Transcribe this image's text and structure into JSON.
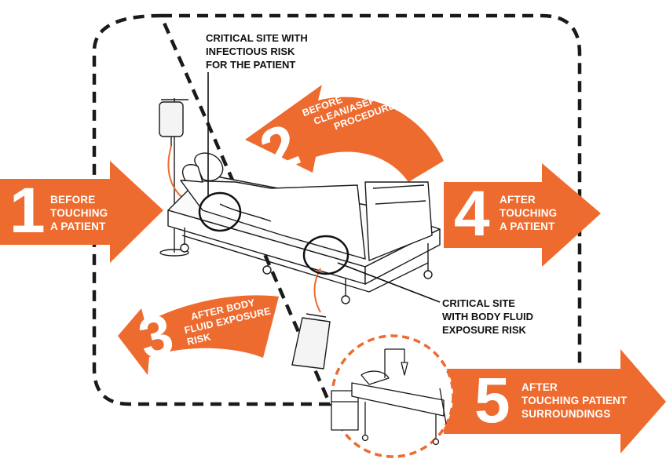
{
  "colors": {
    "accent": "#ee6b2f",
    "ink": "#111111",
    "stroke": "#1a1a1a"
  },
  "moments": [
    {
      "number": "1",
      "lines": [
        "BEFORE",
        "TOUCHING",
        "A PATIENT"
      ]
    },
    {
      "number": "2",
      "lines": [
        "BEFORE",
        "CLEAN/ASEPTIC",
        "PROCEDURE"
      ]
    },
    {
      "number": "3",
      "lines": [
        "AFTER BODY",
        "FLUID EXPOSURE",
        "RISK"
      ]
    },
    {
      "number": "4",
      "lines": [
        "AFTER",
        "TOUCHING",
        "A PATIENT"
      ]
    },
    {
      "number": "5",
      "lines": [
        "AFTER",
        "TOUCHING PATIENT",
        "SURROUNDINGS"
      ]
    }
  ],
  "critical_sites": [
    {
      "lines": [
        "CRITICAL SITE WITH",
        "INFECTIOUS RISK",
        "FOR THE PATIENT"
      ]
    },
    {
      "lines": [
        "CRITICAL SITE",
        "WITH BODY FLUID",
        "EXPOSURE RISK"
      ]
    }
  ]
}
